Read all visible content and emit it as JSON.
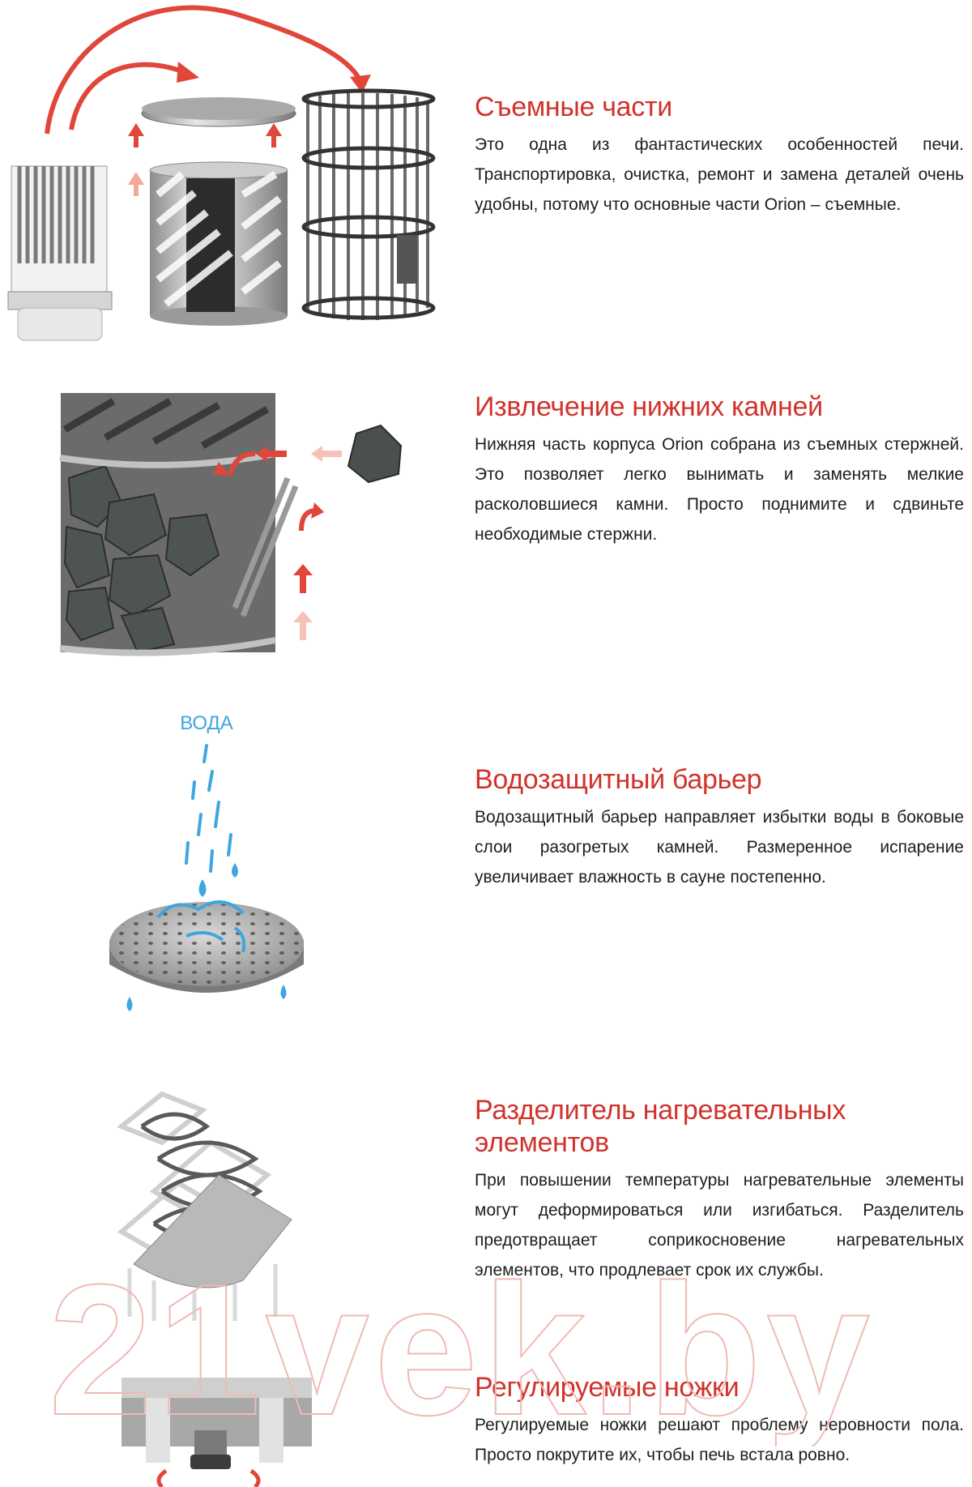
{
  "sections": [
    {
      "title": "Съемные части",
      "text": "Это одна из фантастических особенностей печи. Транспортировка, очистка, ремонт и замена деталей очень удобны, потому что основные части Orion – съемные."
    },
    {
      "title": "Извлечение нижних камней",
      "text": "Нижняя часть корпуса Orion собрана из съемных стержней. Это позволяет легко вынимать и заменять мелкие расколовшиеся камни. Просто поднимите и сдвиньте необходимые стержни."
    },
    {
      "title": "Водозащитный барьер",
      "text": "Водозащитный барьер направляет избытки воды в боковые слои разогретых камней. Размеренное испарение увеличивает влажность в сауне постепенно.",
      "label": "ВОДА"
    },
    {
      "title": "Разделитель нагревательных элементов",
      "text": "При повышении температуры нагревательные элементы могут деформироваться или изгибаться. Разделитель предотвращает соприкосновение нагревательных элементов, что продлевает срок их службы."
    },
    {
      "title": "Регулируемые ножки",
      "text": "Регулируемые ножки решают проблему неровности пола. Просто покрутите их, чтобы печь встала ровно."
    }
  ],
  "watermark": "21vek.by",
  "colors": {
    "heading": "#d0332c",
    "body_text": "#1e1e1e",
    "arrow": "#e0463a",
    "water": "#3fa6df",
    "watermark_outline": "#f0b9b4"
  }
}
